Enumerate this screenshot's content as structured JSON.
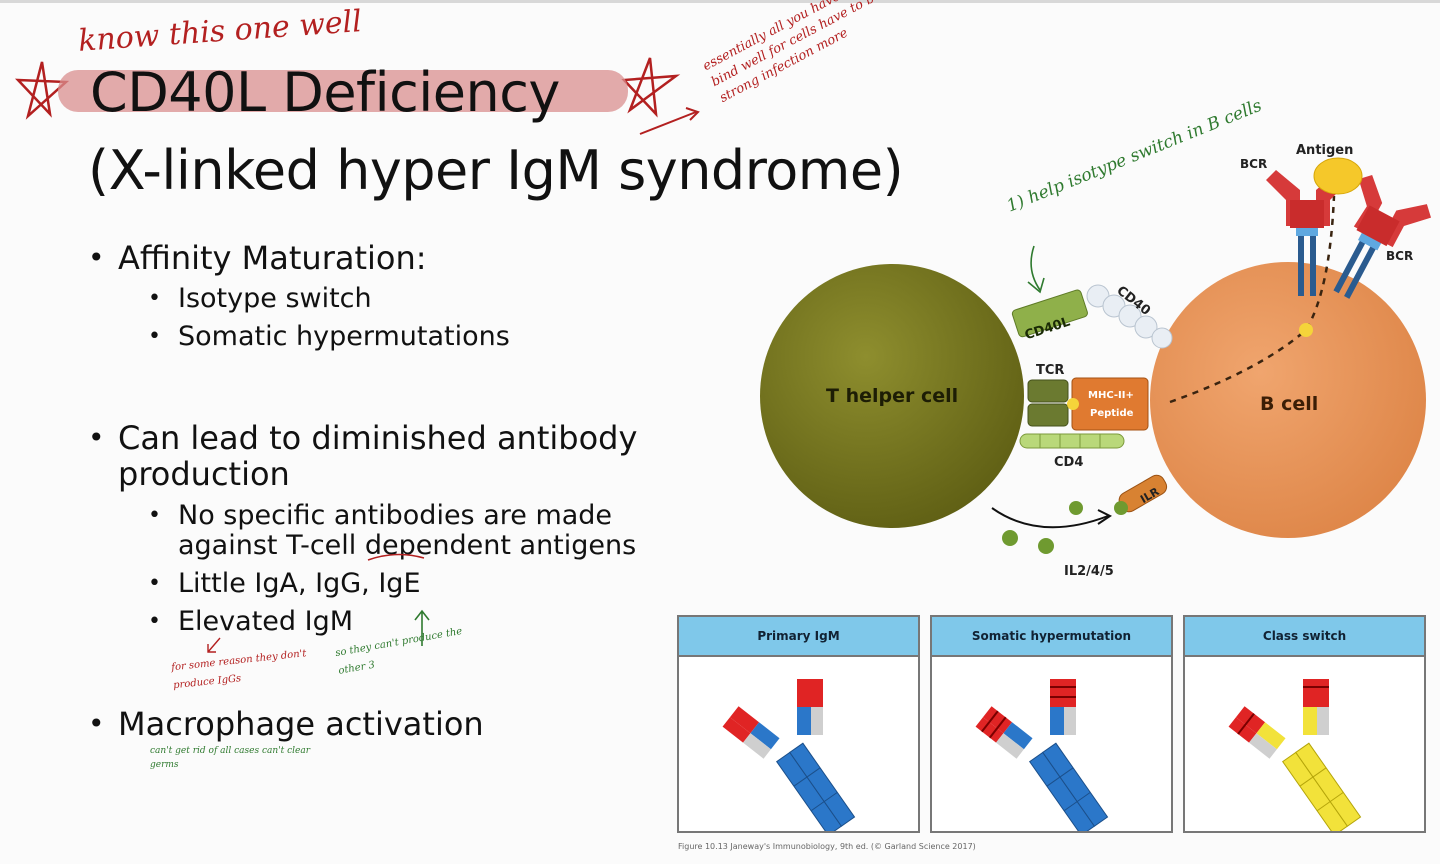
{
  "slide": {
    "title_line1": "CD40L Deficiency",
    "title_line2": "(X-linked hyper IgM syndrome)",
    "bullets": [
      {
        "text": "Affinity Maturation:",
        "sub": [
          "Isotype switch",
          "Somatic hypermutations"
        ]
      },
      {
        "text": "Can lead to diminished antibody",
        "text_cont": "production",
        "sub_multi": [
          {
            "line1": "No specific antibodies are made",
            "line2": "against T-cell dependent antigens"
          },
          {
            "line1": "Little IgA, IgG, IgE"
          },
          {
            "line1": "Elevated IgM"
          }
        ]
      },
      {
        "text": "Macrophage activation"
      }
    ]
  },
  "handwriting": {
    "top": "know this one well",
    "arrow_note": "essentially all you have is IgM which can't able to bind well for cells have to be hence to get a strong infection more",
    "help_note": "1) help isotype switch in B cells",
    "igm_note": "for some reason they don't produce IgGs",
    "other_note": "so they can't produce the other 3",
    "macro_note": "can't get rid of all cases can't clear germs"
  },
  "diagram": {
    "t_cell_label": "T helper cell",
    "b_cell_label": "B cell",
    "cd40l": "CD40L",
    "cd40": "CD40",
    "tcr": "TCR",
    "mhc": "MHC-II+",
    "peptide": "Peptide",
    "cd4": "CD4",
    "ilr": "ILR",
    "il": "IL2/4/5",
    "bcr1": "BCR",
    "bcr2": "BCR",
    "antigen": "Antigen"
  },
  "panels": [
    {
      "title": "Primary IgM"
    },
    {
      "title": "Somatic hypermutation"
    },
    {
      "title": "Class switch"
    }
  ],
  "figure_caption": "Figure 10.13 Janeway's Immunobiology, 9th ed. (© Garland Science 2017)",
  "colors": {
    "t_cell": "#7a7a22",
    "b_cell": "#e8935a",
    "cd40l": "#8fb04a",
    "mhc": "#e07a30",
    "panel_header": "#7fc8ea",
    "ab_blue": "#2b77c9",
    "ab_red": "#e02424",
    "ab_yellow": "#f2e23a",
    "ab_grey": "#cfcfcf",
    "highlight": "#d98f8f",
    "ink_red": "#b32020",
    "ink_green": "#2f7a2f"
  }
}
